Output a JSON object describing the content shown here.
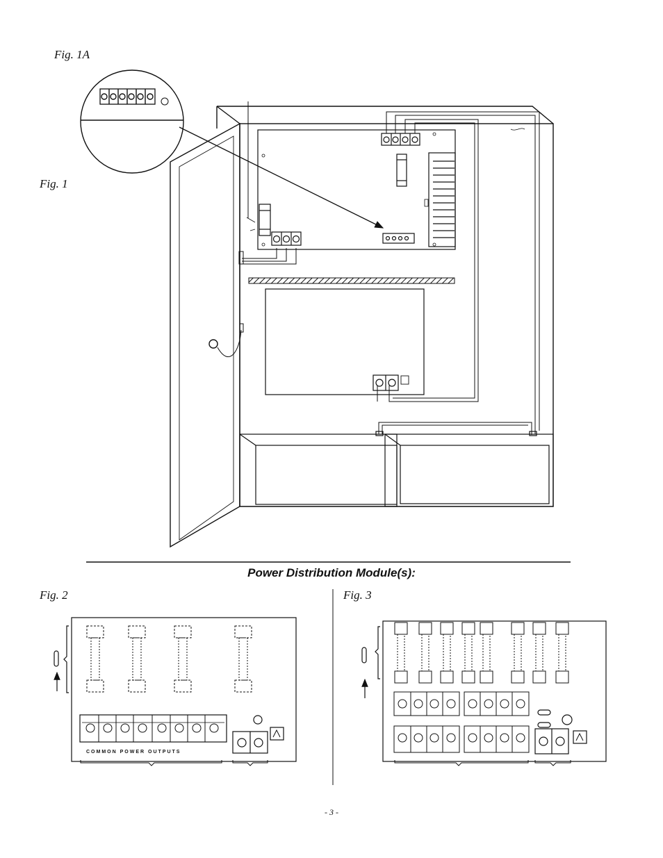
{
  "figures": {
    "fig1a": "Fig. 1A",
    "fig1": "Fig. 1",
    "fig2": "Fig. 2",
    "fig3": "Fig. 3"
  },
  "section_title": "Power Distribution Module(s):",
  "fig2_board_label": "COMMON   POWER   OUTPUTS",
  "page_number": "- 3 -",
  "colors": {
    "ink": "#111111",
    "paper": "#ffffff"
  }
}
